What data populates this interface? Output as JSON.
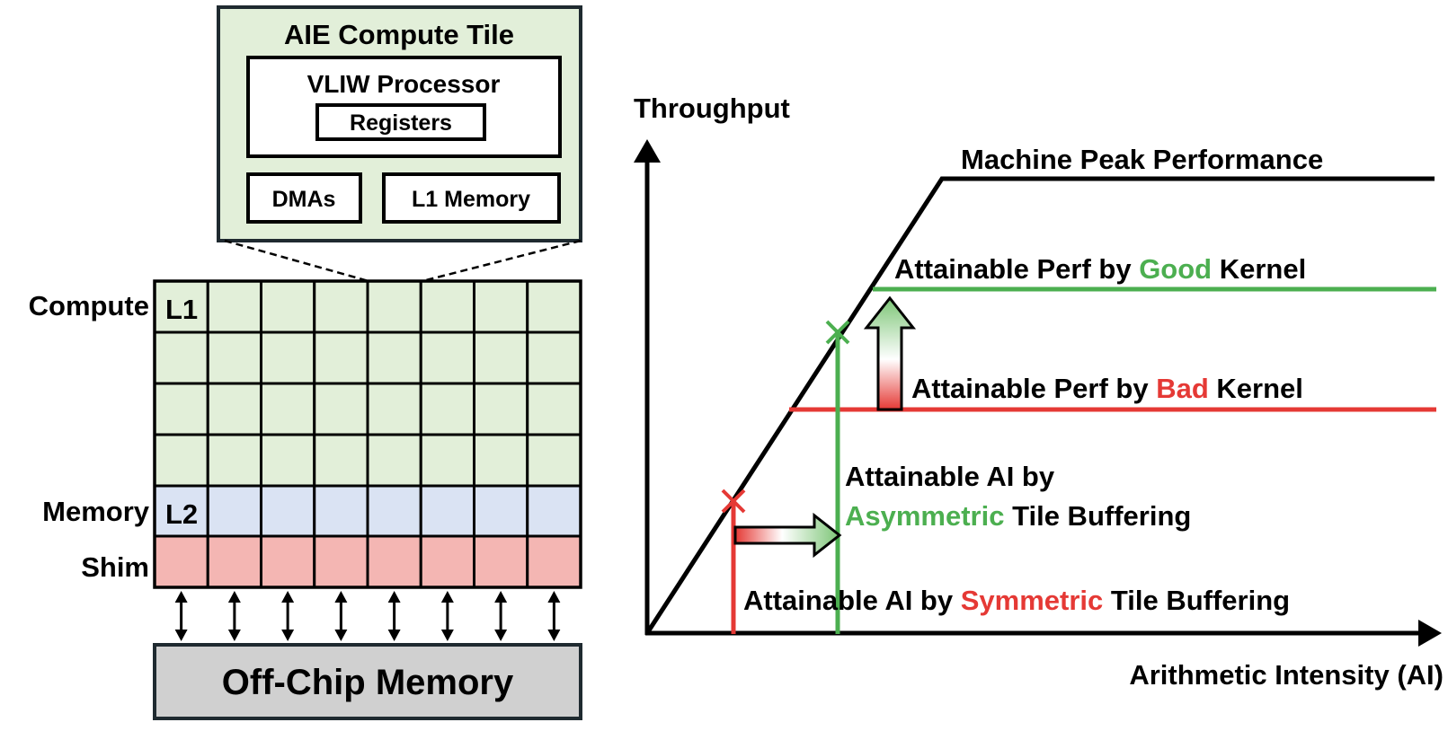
{
  "tile": {
    "title": "AIE Compute Tile",
    "processor": "VLIW Processor",
    "registers": "Registers",
    "dmas": "DMAs",
    "l1_memory": "L1 Memory"
  },
  "array": {
    "columns": 8,
    "compute_rows": 4,
    "row_labels": {
      "compute": "Compute",
      "memory": "Memory",
      "shim": "Shim"
    },
    "cell_labels": {
      "l1": "L1",
      "l2": "L2"
    },
    "colors": {
      "compute": "#e2efd9",
      "memory": "#dae3f3",
      "shim": "#f4b6b3",
      "tile_box": "#e2efd9",
      "offchip": "#d0d0d0"
    }
  },
  "offchip": {
    "label": "Off-Chip Memory"
  },
  "roofline": {
    "y_axis": "Throughput",
    "x_axis": "Arithmetic Intensity (AI)",
    "peak": "Machine Peak Performance",
    "good_kernel": {
      "prefix": "Attainable Perf by ",
      "word": "Good",
      "suffix": " Kernel"
    },
    "bad_kernel": {
      "prefix": "Attainable Perf by ",
      "word": "Bad",
      "suffix": " Kernel"
    },
    "asym_ai": {
      "line1": "Attainable AI by",
      "word": "Asymmetric",
      "suffix": " Tile Buffering"
    },
    "sym_ai": {
      "prefix": "Attainable AI by ",
      "word": "Symmetric",
      "suffix": " Tile Buffering"
    },
    "colors": {
      "good": "#4caf50",
      "bad": "#e53935",
      "axis": "#000000"
    }
  }
}
